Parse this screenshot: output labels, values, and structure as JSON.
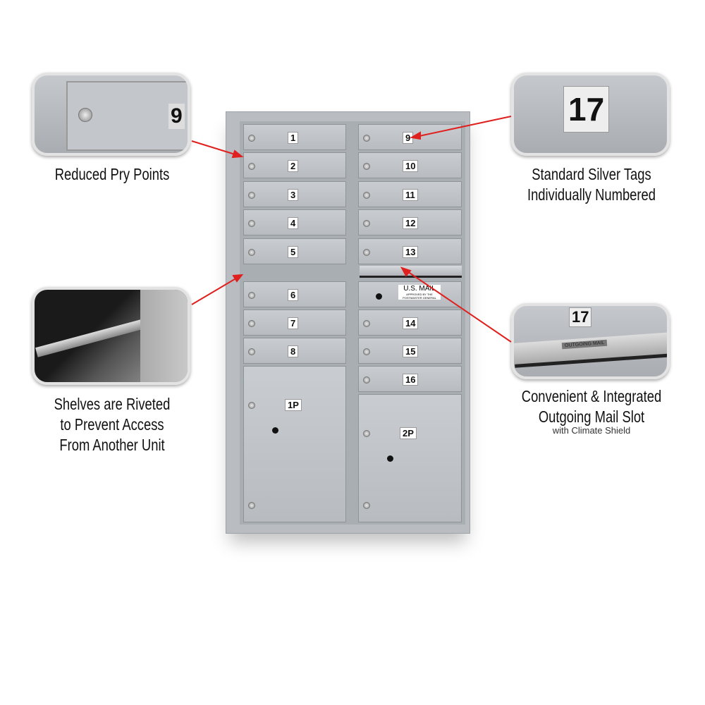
{
  "mailbox": {
    "left_doors": [
      "1",
      "2",
      "3",
      "4",
      "5",
      "6",
      "7",
      "8"
    ],
    "right_doors": [
      "9",
      "10",
      "11",
      "12",
      "13",
      "14",
      "15",
      "16"
    ],
    "parcel_doors": [
      "1P",
      "2P"
    ],
    "usmail_label": "U.S. MAIL",
    "usmail_subtext": "APPROVED BY THE POSTMASTER GENERAL"
  },
  "callouts": {
    "pry": {
      "tag": "9",
      "lines": [
        "Reduced Pry Points"
      ]
    },
    "shelves": {
      "lines": [
        "Shelves are Riveted",
        "to Prevent Access",
        "From Another Unit"
      ]
    },
    "tags": {
      "tag": "17",
      "lines": [
        "Standard Silver Tags",
        "Individually Numbered"
      ]
    },
    "slot": {
      "tag": "17",
      "plate": "OUTGOING MAIL",
      "lines": [
        "Convenient & Integrated",
        "Outgoing Mail Slot"
      ],
      "sub": "with Climate Shield"
    }
  },
  "colors": {
    "arrow": "#e0201e",
    "metal": "#b9bdc2"
  }
}
